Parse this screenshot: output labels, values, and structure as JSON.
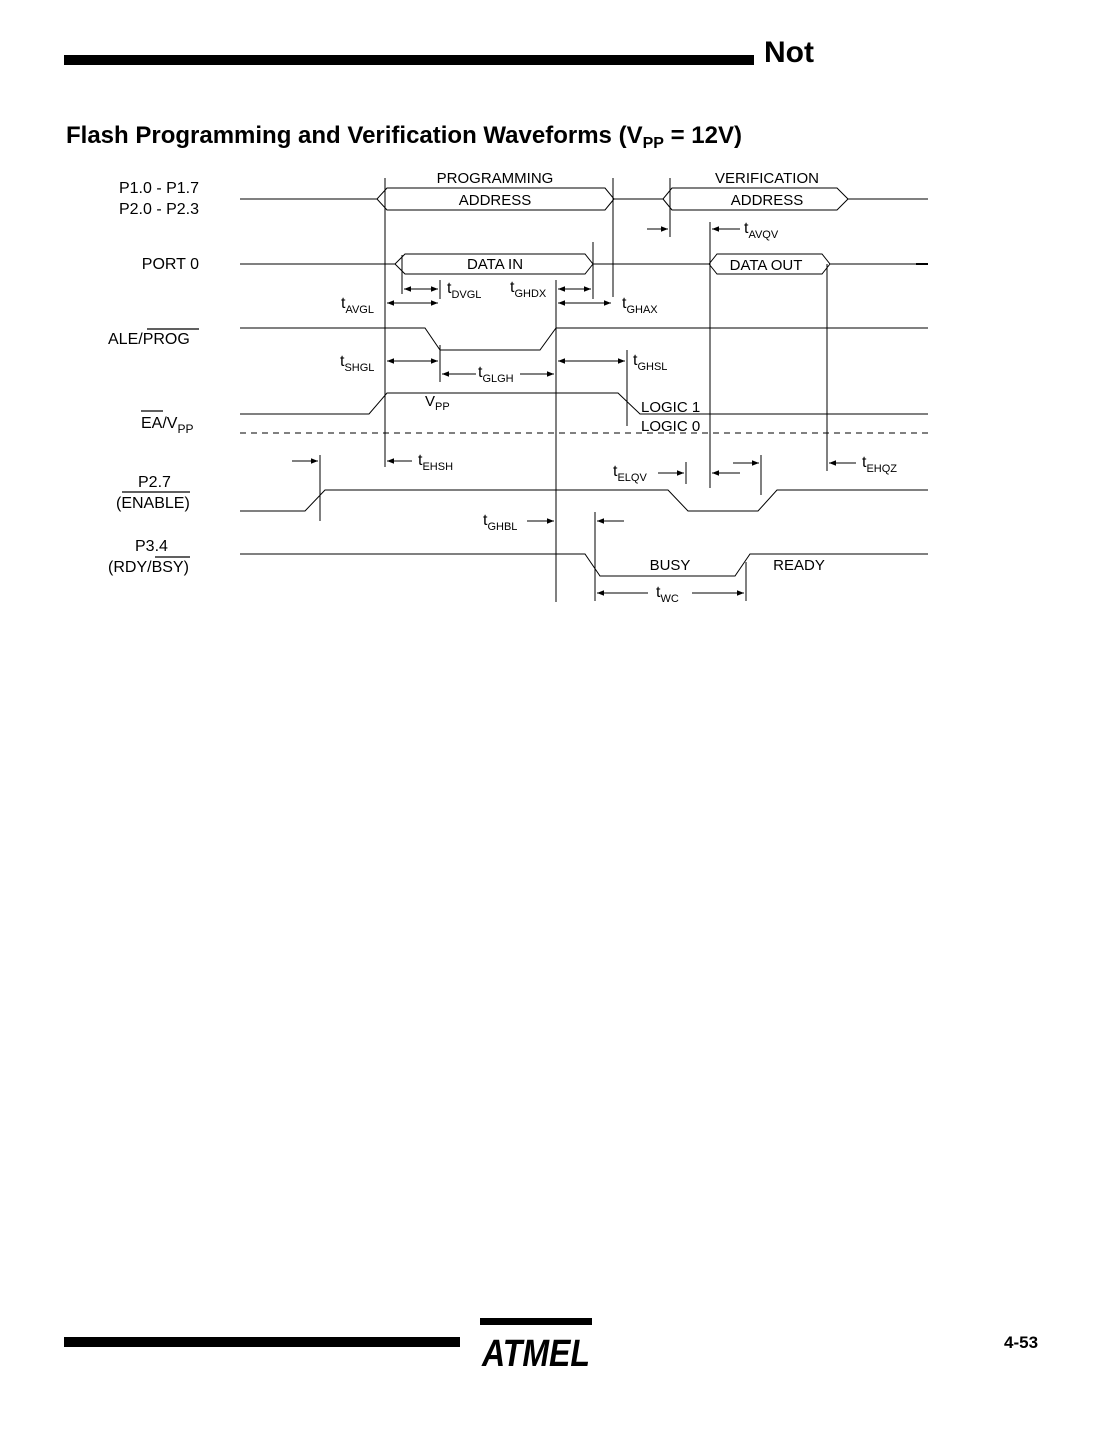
{
  "header": {
    "section_text": "Not"
  },
  "title": {
    "main": "Flash Programming and Verification Waveforms (V",
    "sub": "PP",
    "tail": " = 12V)"
  },
  "signals": {
    "p1": "P1.0  -  P1.7",
    "p2": "P2.0  -  P2.3",
    "port0": "PORT  0",
    "ale_a": "ALE/",
    "ale_b": "PROG",
    "ea_a": "EA",
    "ea_b": "/V",
    "ea_sub": "PP",
    "p27": "P2.7",
    "p27_sub": "(ENABLE)",
    "p34": "P3.4",
    "p34_a": "(RDY/",
    "p34_b": "BSY",
    "p34_c": ")"
  },
  "bus_labels": {
    "programming": "PROGRAMMING",
    "address": "ADDRESS",
    "verification": "VERIFICATION",
    "data_in": "DATA  IN",
    "data_out": "DATA  OUT",
    "vpp": "V",
    "vpp_sub": "PP",
    "logic1": "LOGIC  1",
    "logic0": "LOGIC  0",
    "busy": "BUSY",
    "ready": "READY"
  },
  "timing": {
    "t": "t",
    "avqv": "AVQV",
    "avgl": "AVGL",
    "dvgl": "DVGL",
    "ghdx": "GHDX",
    "ghax": "GHAX",
    "shgl": "SHGL",
    "glgh": "GLGH",
    "ghsl": "GHSL",
    "ehsh": "EHSH",
    "elqv": "ELQV",
    "ehqz": "EHQZ",
    "ghbl": "GHBL",
    "wc": "WC"
  },
  "footer": {
    "logo_text": "ATMEL",
    "page_number": "4-53"
  }
}
